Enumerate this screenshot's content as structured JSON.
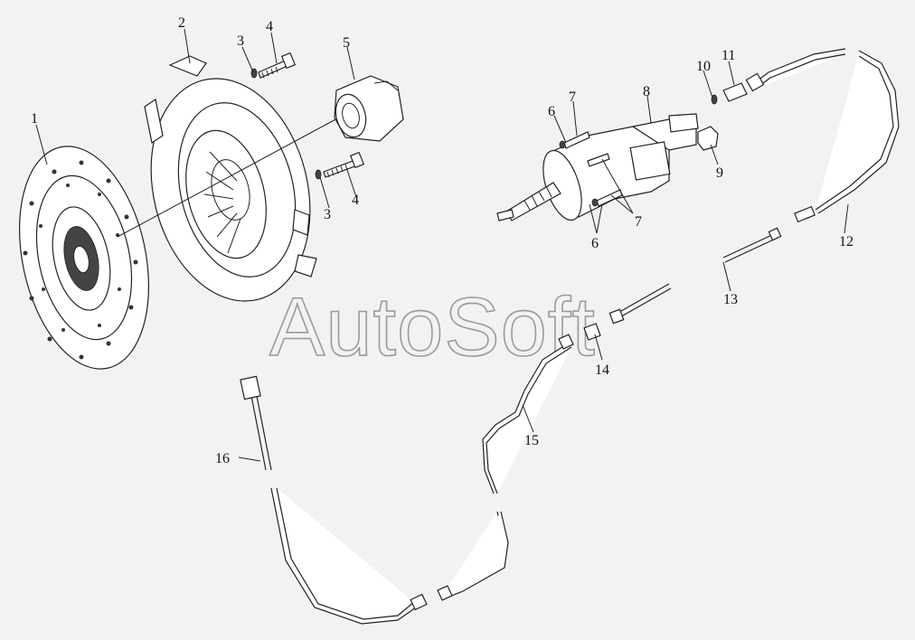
{
  "watermark": "AutoSoft",
  "callouts": [
    "1",
    "2",
    "3",
    "4",
    "5",
    "6",
    "7",
    "8",
    "9",
    "10",
    "11",
    "12",
    "13",
    "14",
    "15",
    "16"
  ],
  "callout_extra": {
    "three_b": "3",
    "four_b": "4",
    "six_b": "6",
    "seven_b": "7"
  },
  "colors": {
    "background": "#f2f2f2",
    "ink": "#222222",
    "watermark": "#9a9a9a"
  }
}
